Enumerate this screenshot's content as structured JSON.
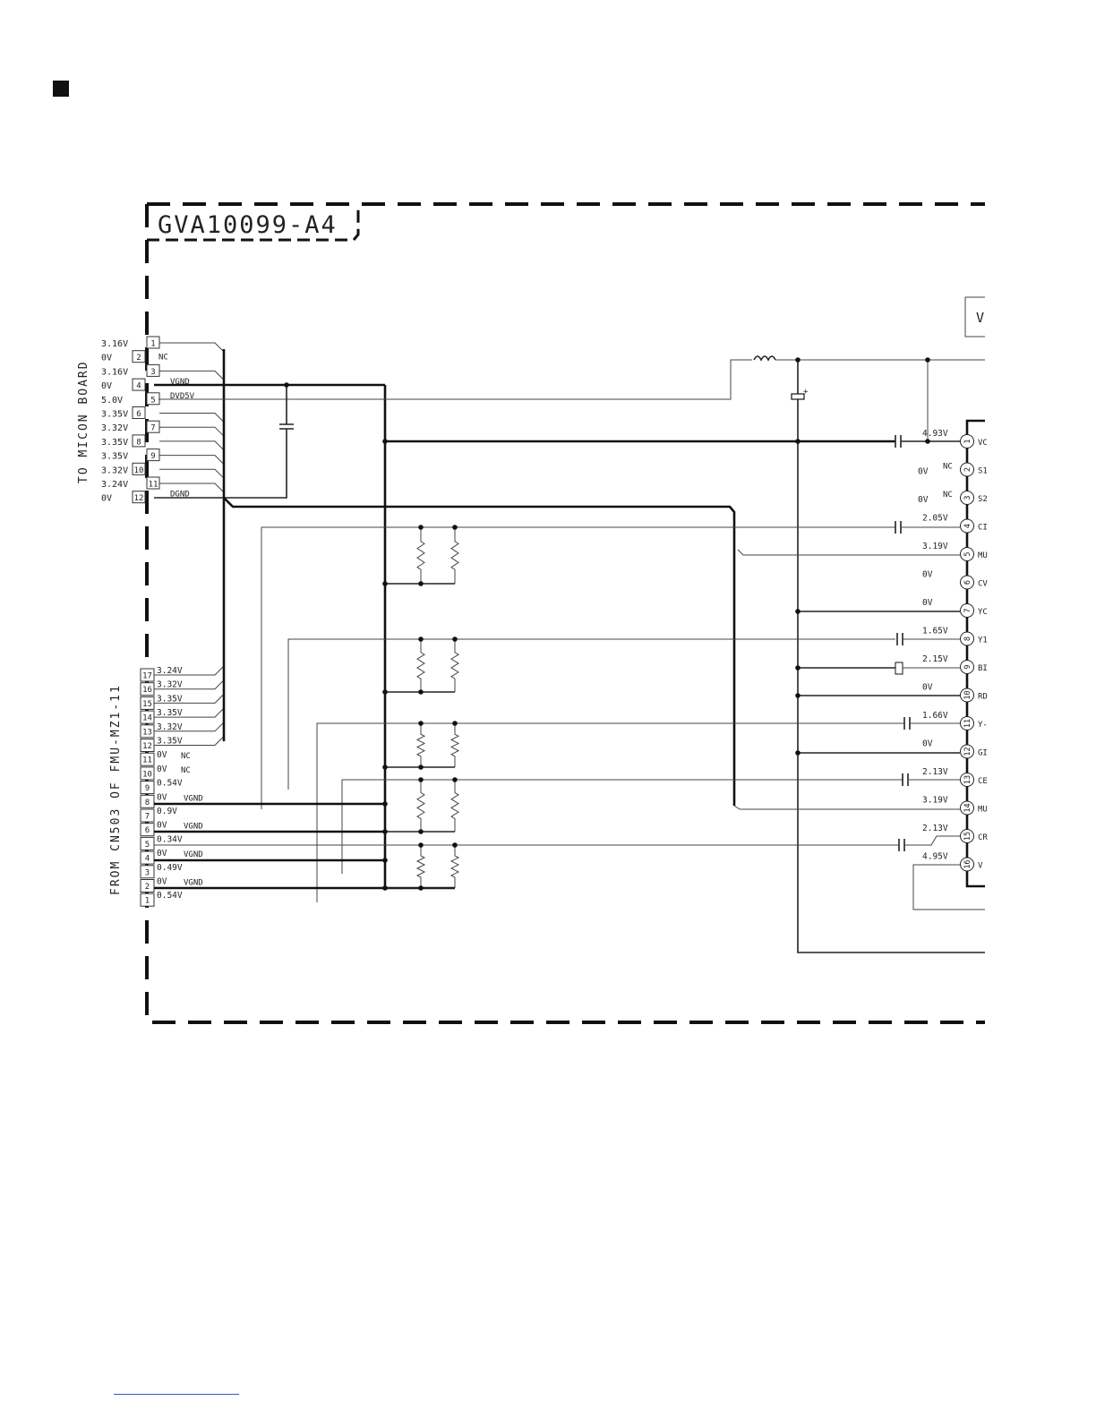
{
  "board": {
    "label": "GVA10099-A4",
    "partial_box_label": "V"
  },
  "connectors": {
    "micon": {
      "caption": "TO MICON BOARD",
      "pins": [
        {
          "pin": "1",
          "voltage": "3.16V",
          "net": ""
        },
        {
          "pin": "2",
          "voltage": "0V",
          "net": "NC"
        },
        {
          "pin": "3",
          "voltage": "3.16V",
          "net": ""
        },
        {
          "pin": "4",
          "voltage": "0V",
          "net": "VGND"
        },
        {
          "pin": "5",
          "voltage": "5.0V",
          "net": "DVD5V"
        },
        {
          "pin": "6",
          "voltage": "3.35V",
          "net": ""
        },
        {
          "pin": "7",
          "voltage": "3.32V",
          "net": ""
        },
        {
          "pin": "8",
          "voltage": "3.35V",
          "net": ""
        },
        {
          "pin": "9",
          "voltage": "3.35V",
          "net": ""
        },
        {
          "pin": "10",
          "voltage": "3.32V",
          "net": ""
        },
        {
          "pin": "11",
          "voltage": "3.24V",
          "net": ""
        },
        {
          "pin": "12",
          "voltage": "0V",
          "net": "DGND"
        }
      ]
    },
    "fmu": {
      "caption": "FROM CN503 OF FMU-MZ1-11",
      "pins": [
        {
          "pin": "17",
          "voltage": "3.24V",
          "net": ""
        },
        {
          "pin": "16",
          "voltage": "3.32V",
          "net": ""
        },
        {
          "pin": "15",
          "voltage": "3.35V",
          "net": ""
        },
        {
          "pin": "14",
          "voltage": "3.35V",
          "net": ""
        },
        {
          "pin": "13",
          "voltage": "3.32V",
          "net": ""
        },
        {
          "pin": "12",
          "voltage": "3.35V",
          "net": ""
        },
        {
          "pin": "11",
          "voltage": "0V",
          "net": "NC"
        },
        {
          "pin": "10",
          "voltage": "0V",
          "net": "NC"
        },
        {
          "pin": "9",
          "voltage": "0.54V",
          "net": ""
        },
        {
          "pin": "8",
          "voltage": "0V",
          "net": "VGND"
        },
        {
          "pin": "7",
          "voltage": "0.9V",
          "net": ""
        },
        {
          "pin": "6",
          "voltage": "0V",
          "net": "VGND"
        },
        {
          "pin": "5",
          "voltage": "0.34V",
          "net": ""
        },
        {
          "pin": "4",
          "voltage": "0V",
          "net": "VGND"
        },
        {
          "pin": "3",
          "voltage": "0.49V",
          "net": ""
        },
        {
          "pin": "2",
          "voltage": "0V",
          "net": "VGND"
        },
        {
          "pin": "1",
          "voltage": "0.54V",
          "net": ""
        }
      ]
    }
  },
  "ic": {
    "pins": [
      {
        "pin": "1",
        "voltage": "4.93V",
        "name": "VC",
        "nc": false
      },
      {
        "pin": "2",
        "voltage": "0V",
        "name": "S1",
        "nc": true
      },
      {
        "pin": "3",
        "voltage": "0V",
        "name": "S2",
        "nc": true
      },
      {
        "pin": "4",
        "voltage": "2.05V",
        "name": "CI",
        "nc": false
      },
      {
        "pin": "5",
        "voltage": "3.19V",
        "name": "MU",
        "nc": false
      },
      {
        "pin": "6",
        "voltage": "0V",
        "name": "CV",
        "nc": false
      },
      {
        "pin": "7",
        "voltage": "0V",
        "name": "YC",
        "nc": false
      },
      {
        "pin": "8",
        "voltage": "1.65V",
        "name": "Y1",
        "nc": false
      },
      {
        "pin": "9",
        "voltage": "2.15V",
        "name": "BI",
        "nc": false
      },
      {
        "pin": "10",
        "voltage": "0V",
        "name": "RD",
        "nc": false
      },
      {
        "pin": "11",
        "voltage": "1.66V",
        "name": "Y-",
        "nc": false
      },
      {
        "pin": "12",
        "voltage": "0V",
        "name": "GI",
        "nc": false
      },
      {
        "pin": "13",
        "voltage": "2.13V",
        "name": "CE",
        "nc": false
      },
      {
        "pin": "14",
        "voltage": "3.19V",
        "name": "MU",
        "nc": false
      },
      {
        "pin": "15",
        "voltage": "2.13V",
        "name": "CR",
        "nc": false
      },
      {
        "pin": "16",
        "voltage": "4.95V",
        "name": "V",
        "nc": false
      }
    ],
    "nc_label": "NC"
  }
}
